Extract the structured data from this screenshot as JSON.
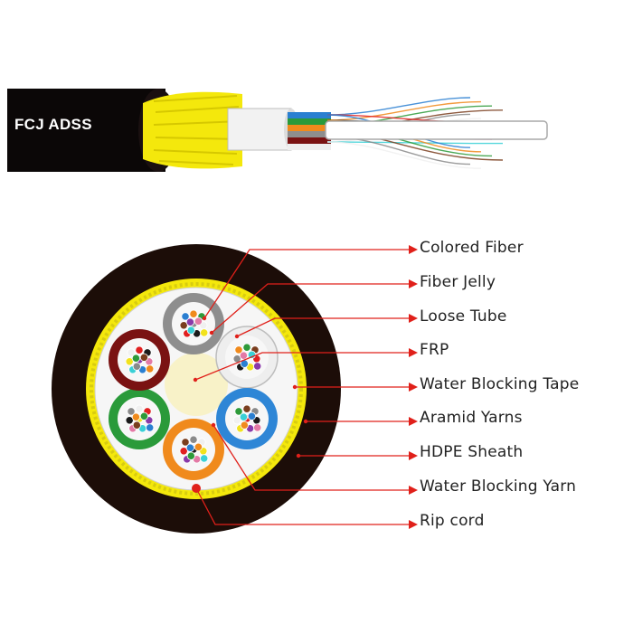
{
  "brand_label": "FCJ ADSS",
  "labels": [
    "Colored Fiber",
    "Fiber Jelly",
    "Loose Tube",
    "FRP",
    "Water Blocking Tape",
    "Aramid Yarns",
    "HDPE Sheath",
    "Water Blocking Yarn",
    "Rip cord"
  ],
  "colors": {
    "sheath": "#1c0d08",
    "aramid": "#f4e80c",
    "leader": "#e0201a",
    "frp": "#f8f2c8",
    "fiber_colors": [
      "#2a7fd1",
      "#f08a1c",
      "#2e9a3a",
      "#7a3e1e",
      "#8a8a8a",
      "#f0f0f0",
      "#e02020",
      "#1a1a1a",
      "#f2e21c",
      "#8a3aa8",
      "#e37aa6",
      "#3ad0d6"
    ],
    "loose_tubes": [
      "#8e8e8e",
      "#eeeeee",
      "#2e86d6",
      "#f08a1c",
      "#2a9a3a",
      "#7a1212"
    ]
  }
}
